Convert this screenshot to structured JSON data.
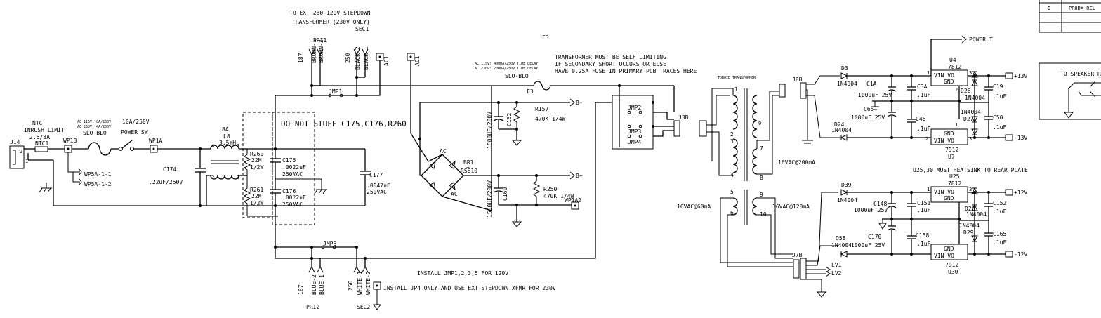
{
  "labels": {
    "ext_note_1": "TO EXT 230-120V STEPDOWN",
    "ext_note_2": "TRANSFORMER (230V ONLY)",
    "sec1": "SEC1",
    "pri1": "PRI1",
    "f3_top": "F3",
    "l187a": "187",
    "brown1": "BROWN-1",
    "brown2": "BROWN-2",
    "l250a": "250",
    "black2": "BLACK-2",
    "black1": "BLACK-1",
    "ac1": "AC1",
    "ac2": "AC1",
    "fuse_note_1": "AC 115V: 400mA/250V TIME DELAY",
    "fuse_note_2": "AC 230V: 200mA/250V TIME DELAY",
    "slo_blo_f3": "SLO-BLO",
    "f3": "F3",
    "xfmr_note_1": "TRANSFORMER MUST BE SELF LIMITING",
    "xfmr_note_2": "IF SECONDARY SHORT OCCURS OR ELSE",
    "xfmr_note_3": "HAVE 0.25A FUSE IN PRIMARY PCB TRACES HERE",
    "toroid": "TOROID TRANSFORMER",
    "do_not_stuff": "DO NOT STUFF C175,C176,R260",
    "ntc_1": "NTC",
    "ntc_2": "INRUSH LIMIT",
    "ntc_3": "2.5/8A",
    "ntc1": "NTC1",
    "j14": "J14",
    "wp1b": "WP1B",
    "wp5a1": "WP5A-1-1",
    "wp5a2": "WP5A-1-2",
    "fuse_sw_1": "AC 115V: 8A/250V",
    "fuse_sw_2": "AC 230V: 4A/250V",
    "slo_blo_sw": "SLO-BLO",
    "sw_rating": "10A/250V",
    "power_sw": "POWER SW",
    "wp1a": "WP1A",
    "c174": "C174",
    "c174_val": ".22uF/250V",
    "l8_a": "8A",
    "l8": "L8",
    "l8_val": "3.5mH",
    "r260": "R260",
    "r260_val": "22M",
    "r260_w": "1/2W",
    "r261": "R261",
    "r261_val": "22M",
    "r261_w": "1/2W",
    "c175": "C175",
    "c175_val": ".0022uF",
    "c175_v": "250VAC",
    "c176": "C176",
    "c176_val": ".0022uF",
    "c176_v": "250VAC",
    "c177": "C177",
    "c177_val": ".0047uF",
    "c177_v": "250VAC",
    "jmp1": "JMP1",
    "jmp5": "JMP5",
    "br1": "BR1",
    "br1_part": "RS610",
    "ac_t": "AC",
    "ac_b": "AC",
    "plus": "+",
    "minus": "-",
    "c162": "C162",
    "c162_val": "1500UF/200V",
    "r157": "R157",
    "r157_val": "470K 1/4W",
    "bminus": "B-",
    "bplus": "B+",
    "c160": "C160",
    "c160_val": "1500UF/200V",
    "r250": "R250",
    "r250_val": "470K 1/4W",
    "wp1a2": "WP1A2",
    "jmp2": "JMP2",
    "jmp3": "JMP3",
    "jmp4": "JMP4",
    "j3b": "J3B",
    "p1": "1",
    "p2": "2",
    "p3": "3",
    "p4": "4",
    "p5": "5",
    "p6": "6",
    "p7": "7",
    "p8": "8",
    "p9": "9",
    "p10": "10",
    "sec_16_200": "16VAC@200mA",
    "sec_16_60": "16VAC@60mA",
    "sec_16_120": "16VAC@120mA",
    "j8b": "J8B",
    "j7b": "J7B",
    "lv1": "LV1",
    "lv2": "LV2",
    "l187b": "187",
    "blue2": "BLUE-2",
    "blue1": "BLUE-1",
    "pri2": "PRI2",
    "l250b": "250",
    "white1": "WHITE-1",
    "white2": "WHITE-2",
    "sec2": "SEC2",
    "install_1": "INSTALL JMP1,2,3,5 FOR 120V",
    "install_2": "INSTALL JP4 ONLY AND USE EXT STEPDOWN XFMR FOR 230V",
    "d3": "D3",
    "d3_part": "1N4004",
    "d24": "D24",
    "d24_part": "1N4004",
    "c1a": "C1A",
    "c1a_val": "1000uF 25V",
    "c65": "C65",
    "c65_val": "1000uF 25V",
    "c3a": "C3A",
    "c3a_val": ".1uF",
    "c46": "C46",
    "c46_val": ".1uF",
    "u4": "U4",
    "u4_part": "7812",
    "u4_pins": "VIN VO",
    "u4_gnd": "GND",
    "u7_gnd": "GND",
    "u7_pins": "VIN VO",
    "u7_part": "7912",
    "u7": "U7",
    "d26": "D26",
    "d26_part": "1N4004",
    "d27_part": "1N4004",
    "d27": "D27",
    "c19": "C19",
    "c19_val": ".1uF",
    "c50": "C50",
    "c50_val": ".1uF",
    "power_t": "POWER.T",
    "p13v": "+13V",
    "m13v": "-13V",
    "heatsink": "U25,30 MUST HEATSINK TO REAR PLATE",
    "d39": "D39",
    "d39_part": "1N4004",
    "d58": "D58",
    "d58_part": "1N4004",
    "c148": "C148",
    "c148_val": "1000uF 25V",
    "c170": "C170",
    "c170_val": "1000uF 25V",
    "c151": "C151",
    "c151_val": ".1uF",
    "c158": "C158",
    "c158_val": ".1uF",
    "u25": "U25",
    "u25_part": "7812",
    "u25_pins": "VIN VO",
    "u25_gnd": "GND",
    "u30_gnd": "GND",
    "u30_pins": "VIN VO",
    "u30_part": "7912",
    "u30": "U30",
    "d28": "D28",
    "d28_part": "1N4004",
    "d29_part": "1N4004",
    "d29": "D29",
    "c152": "C152",
    "c152_val": ".1uF",
    "c165": "C165",
    "c165_val": ".1uF",
    "p12v": "+12V",
    "m12v": "-12V",
    "speaker": "TO SPEAKER R",
    "prodx": "PRODX REL",
    "legend_sym": "D"
  }
}
